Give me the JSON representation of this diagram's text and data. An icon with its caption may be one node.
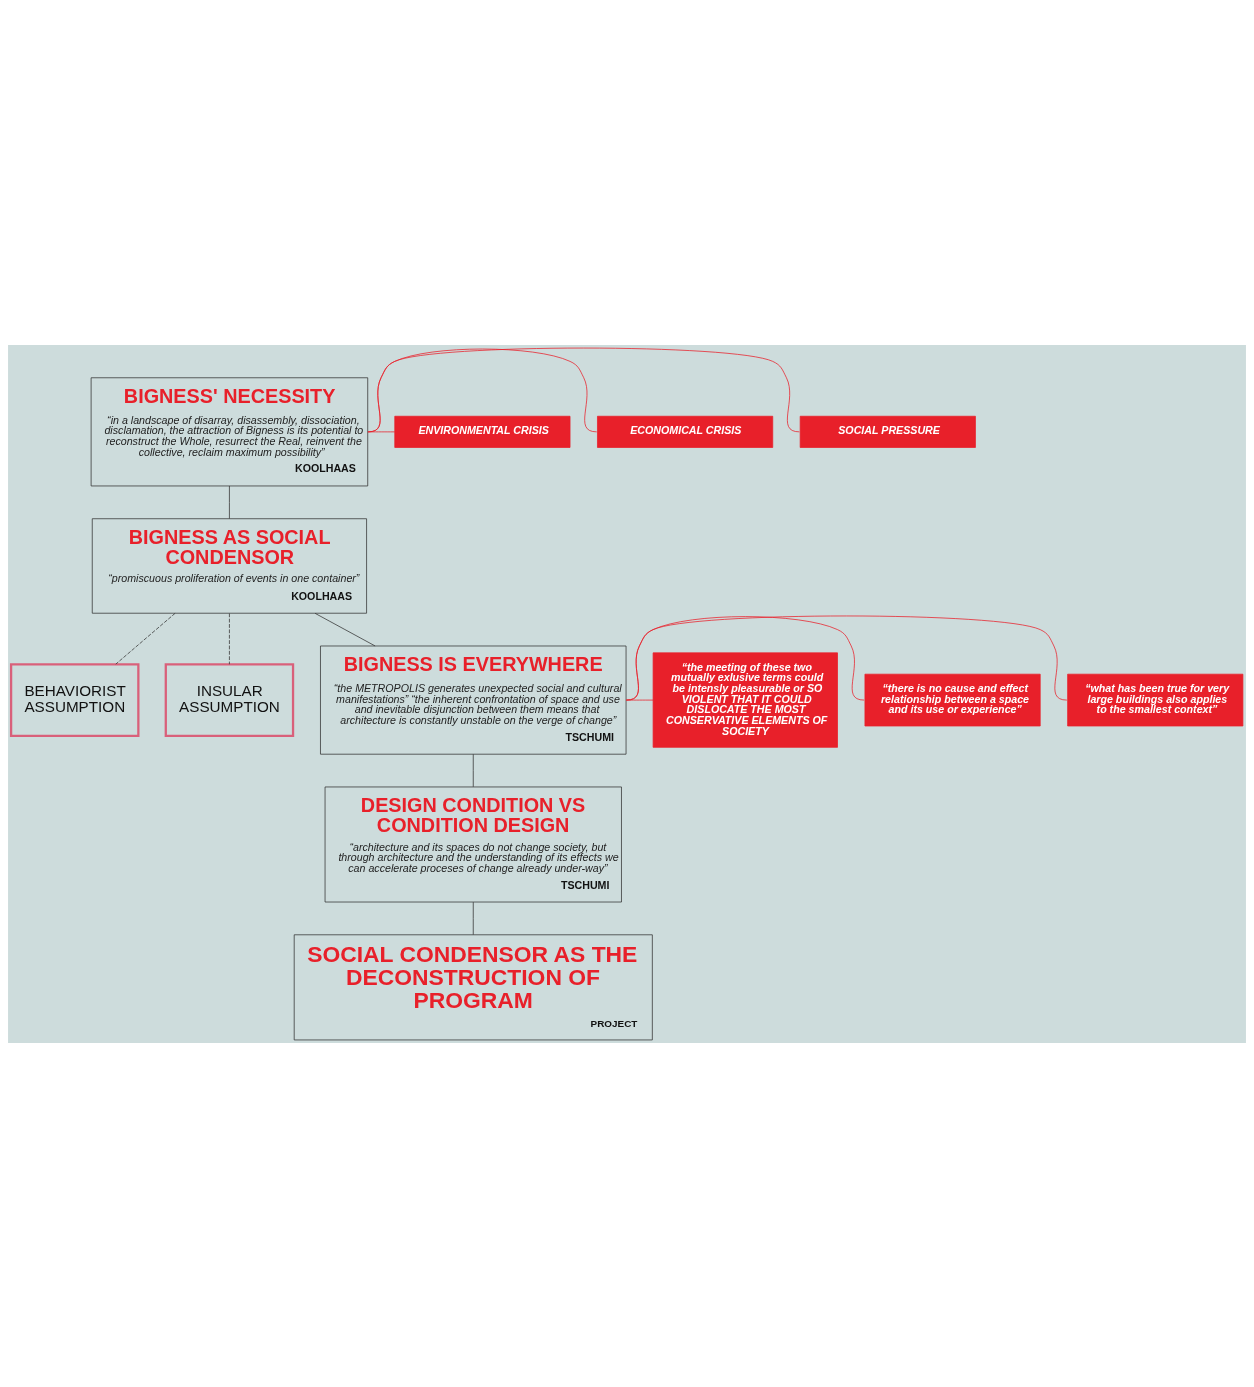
{
  "diagram": {
    "nodes": [
      {
        "text": [
          "BIGNESS' NECESSITY",
          "“in a landscape of disarray, disassembly, dissociation, disclamation, the attraction of Bigness is its potential to reconstruct the Whole, resurrect the Real, reinvent the collective, reclaim maximum possibility”",
          "KOOLHAAS"
        ]
      },
      {
        "text": [
          "SOCIAL PRESSURE"
        ]
      },
      {
        "text": [
          "ECONOMICAL CRISIS"
        ]
      },
      {
        "text": [
          "ENVIRONMENTAL CRISIS"
        ]
      },
      {
        "text": [
          "BIGNESS AS SOCIAL CONDENSOR",
          "“promiscuous proliferation of events in one container”",
          "KOOLHAAS"
        ]
      },
      {
        "text": [
          "BEHAVIORIST ASSUMPTION"
        ]
      },
      {
        "text": [
          "INSULAR ASSUMPTION"
        ]
      },
      {
        "text": [
          "BIGNESS IS EVERYWHERE",
          "“the METROPOLIS generates unexpected social and cultural manifestations” “the inherent confrontation of space and use and inevitable disjunction between them means that architecture is constantly unstable on the verge of change”",
          "TSCHUMI"
        ]
      },
      {
        "text": [
          "“what has been true for very large buildings also applies to the smallest context”"
        ]
      },
      {
        "text": [
          "“there is no cause and effect relationship between a space and its use or experience”"
        ]
      },
      {
        "text": [
          "“the meeting of these two mutually exlusive terms could be intensly pleasurable or SO VIOLENT THAT IT COULD DISLOCATE THE MOST CONSERVATIVE ELEMENTS OF SOCIETY"
        ]
      },
      {
        "text": [
          "DESIGN CONDITION VS CONDITION DESIGN",
          "“architecture and its spaces do not change society, but through architecture and the understanding of its effects we can accelerate proceses of change already under-way”",
          "TSCHUMI"
        ]
      },
      {
        "text": [
          "SOCIAL CONDENSOR AS THE DECONSTRUCTION OF PROGRAM",
          "PROJECT"
        ]
      }
    ],
    "edges": [
      {
        "from": 0,
        "to": 1,
        "arrow": "none",
        "color": "#e8202a"
      },
      {
        "from": 0,
        "to": 2,
        "arrow": "none",
        "color": "#e8202a"
      },
      {
        "from": 0,
        "to": 3,
        "arrow": "none",
        "color": "#e8202a"
      },
      {
        "from": 0,
        "to": 4,
        "arrow": "none",
        "color": "#333333"
      },
      {
        "from": 4,
        "to": 5,
        "arrow": "none",
        "style": "dashed",
        "color": "#333333"
      },
      {
        "from": 4,
        "to": 6,
        "arrow": "none",
        "style": "dashed",
        "color": "#333333"
      },
      {
        "from": 4,
        "to": 7,
        "arrow": "none",
        "color": "#333333"
      },
      {
        "from": 7,
        "to": 8,
        "arrow": "none",
        "color": "#e8202a"
      },
      {
        "from": 7,
        "to": 9,
        "arrow": "none",
        "color": "#e8202a"
      },
      {
        "from": 7,
        "to": 10,
        "arrow": "none",
        "color": "#e8202a"
      },
      {
        "from": 7,
        "to": 11,
        "arrow": "none",
        "color": "#333333"
      },
      {
        "from": 11,
        "to": 12,
        "arrow": "none",
        "color": "#333333"
      }
    ]
  }
}
